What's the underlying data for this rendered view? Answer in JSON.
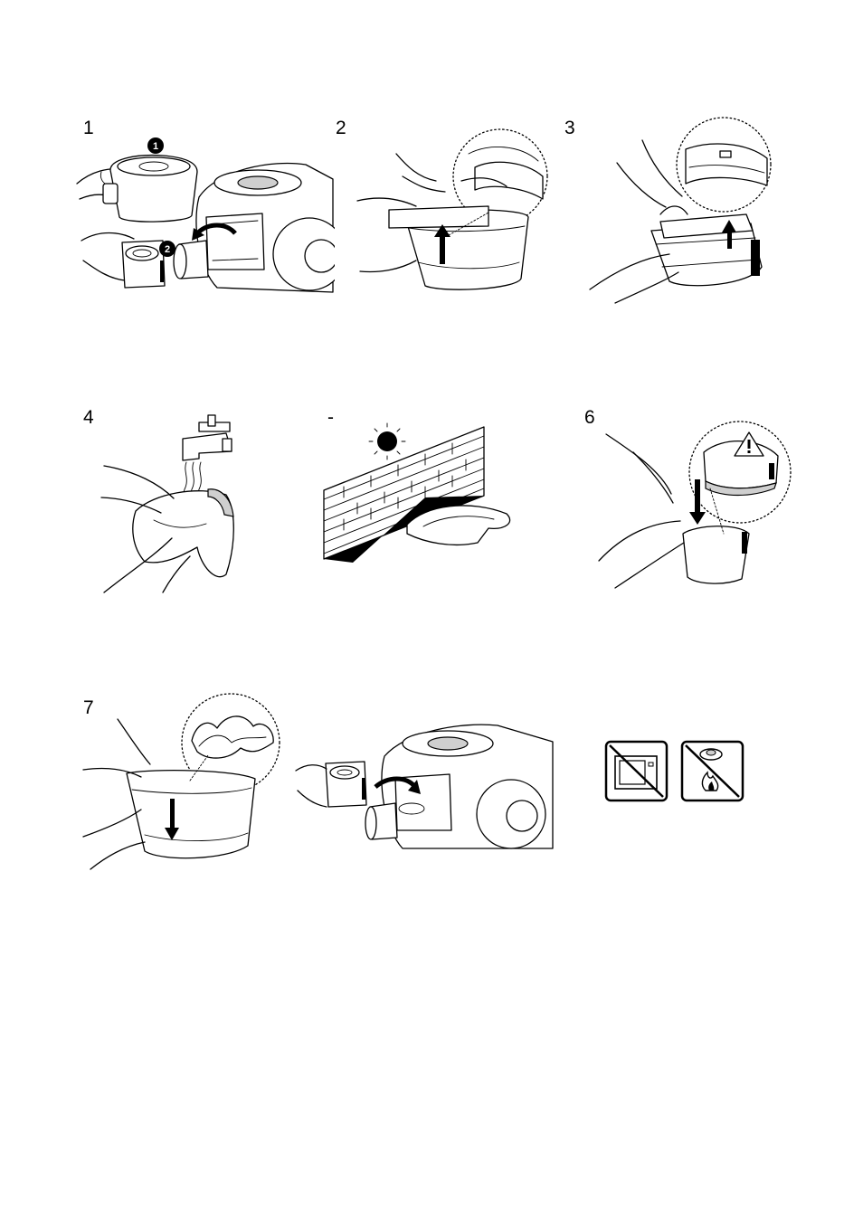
{
  "steps": [
    {
      "label": "1",
      "badges": [
        "1",
        "2"
      ]
    },
    {
      "label": "2"
    },
    {
      "label": "3"
    },
    {
      "label": "4"
    },
    {
      "label": "-"
    },
    {
      "label": "6"
    },
    {
      "label": "7"
    }
  ],
  "icons": {
    "no_microwave": "no-microwave-icon",
    "no_dryer_heat": "no-heat-dry-icon",
    "warning": "warning-triangle-icon",
    "sun": "sun-icon",
    "faucet": "faucet-icon"
  },
  "colors": {
    "ink": "#000000",
    "paper": "#ffffff",
    "shade": "#cfcfcf"
  }
}
